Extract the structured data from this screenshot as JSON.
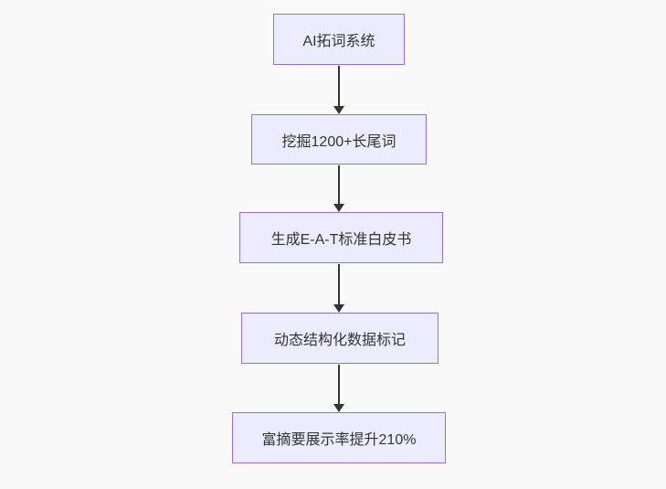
{
  "flowchart": {
    "type": "vertical-flowchart",
    "direction": "top-down",
    "nodes": [
      {
        "id": "node-1",
        "label": "AI拓词系统"
      },
      {
        "id": "node-2",
        "label": "挖掘1200+长尾词"
      },
      {
        "id": "node-3",
        "label": "生成E-A-T标准白皮书"
      },
      {
        "id": "node-4",
        "label": "动态结构化数据标记"
      },
      {
        "id": "node-5",
        "label": "富摘要展示率提升210%"
      }
    ],
    "edges": [
      {
        "from": "node-1",
        "to": "node-2"
      },
      {
        "from": "node-2",
        "to": "node-3"
      },
      {
        "from": "node-3",
        "to": "node-4"
      },
      {
        "from": "node-4",
        "to": "node-5"
      }
    ],
    "colors": {
      "node_fill": "#ECECFF",
      "node_border": "#9370DB",
      "arrow": "#333333",
      "text": "#333333",
      "background": "#f9f9f9"
    }
  }
}
